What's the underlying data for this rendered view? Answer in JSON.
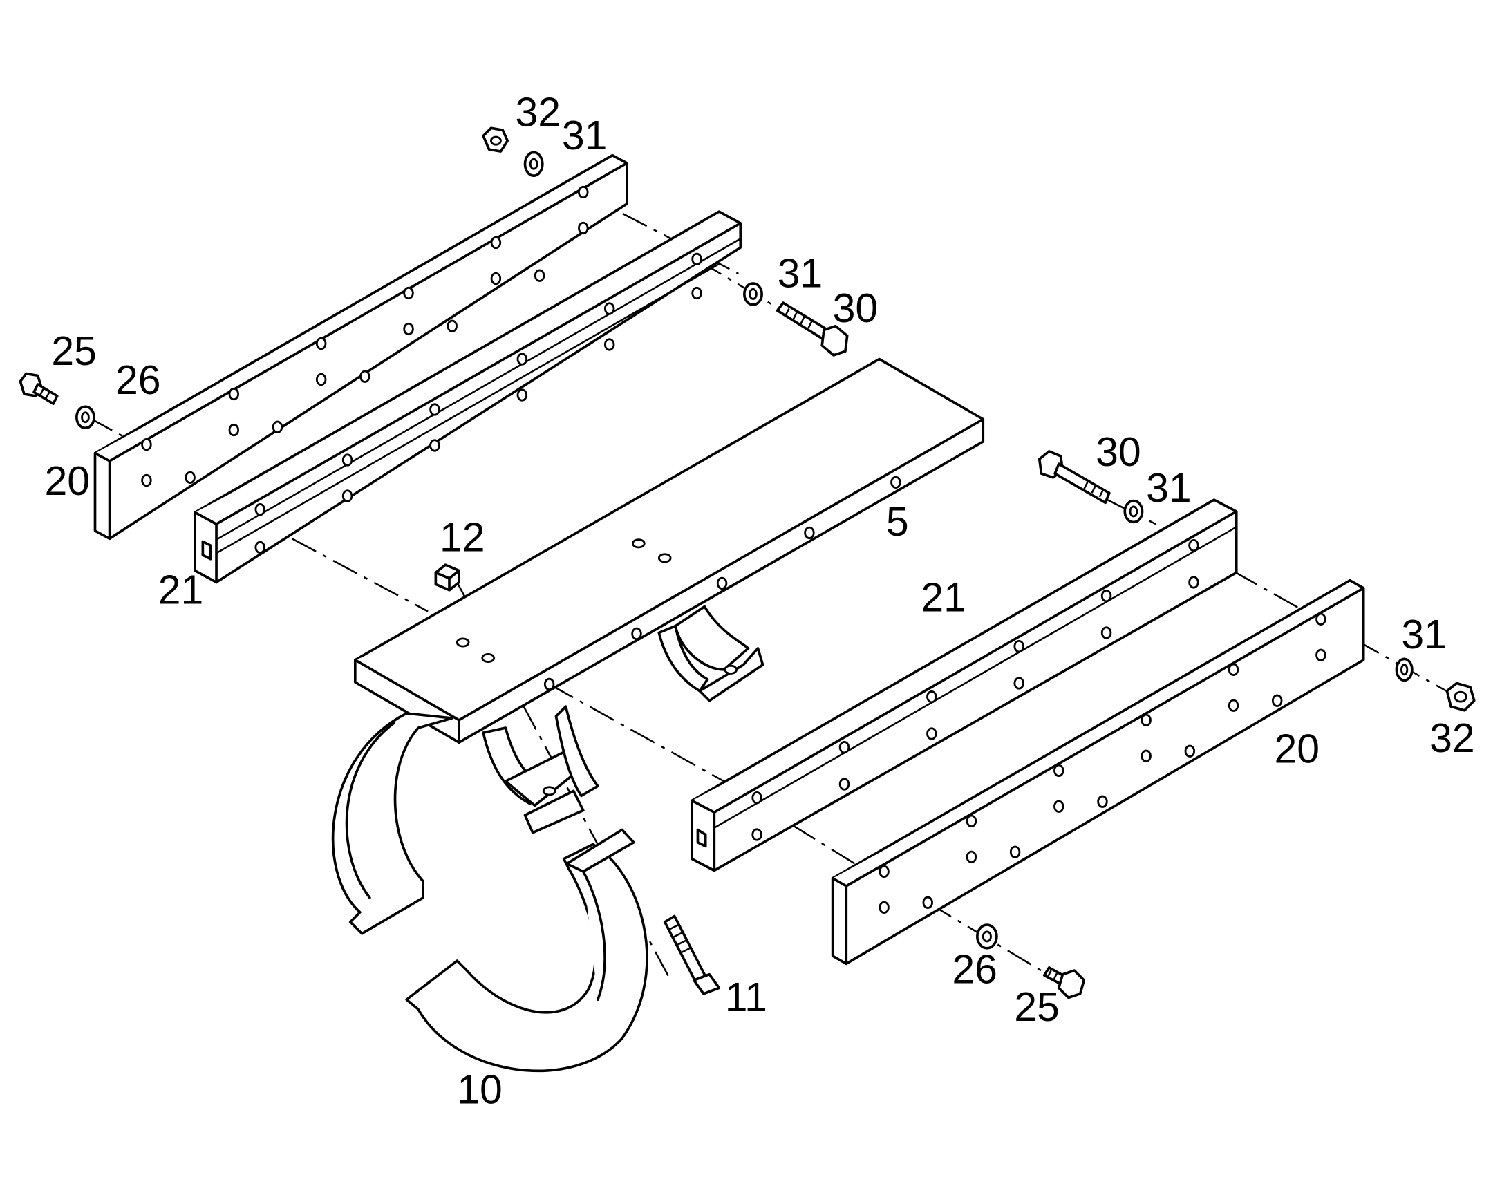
{
  "callouts": [
    {
      "id": "label-32-top",
      "text": "32"
    },
    {
      "id": "label-31-top",
      "text": "31"
    },
    {
      "id": "label-31-upper-right",
      "text": "31"
    },
    {
      "id": "label-30-upper",
      "text": "30"
    },
    {
      "id": "label-25-left",
      "text": "25"
    },
    {
      "id": "label-26-left",
      "text": "26"
    },
    {
      "id": "label-20-left",
      "text": "20"
    },
    {
      "id": "label-21-left",
      "text": "21"
    },
    {
      "id": "label-12",
      "text": "12"
    },
    {
      "id": "label-5",
      "text": "5"
    },
    {
      "id": "label-30-right",
      "text": "30"
    },
    {
      "id": "label-31-right",
      "text": "31"
    },
    {
      "id": "label-21-right",
      "text": "21"
    },
    {
      "id": "label-31-far-right",
      "text": "31"
    },
    {
      "id": "label-32-right",
      "text": "32"
    },
    {
      "id": "label-20-right",
      "text": "20"
    },
    {
      "id": "label-26-bottom",
      "text": "26"
    },
    {
      "id": "label-25-bottom",
      "text": "25"
    },
    {
      "id": "label-11",
      "text": "11"
    },
    {
      "id": "label-10",
      "text": "10"
    }
  ]
}
